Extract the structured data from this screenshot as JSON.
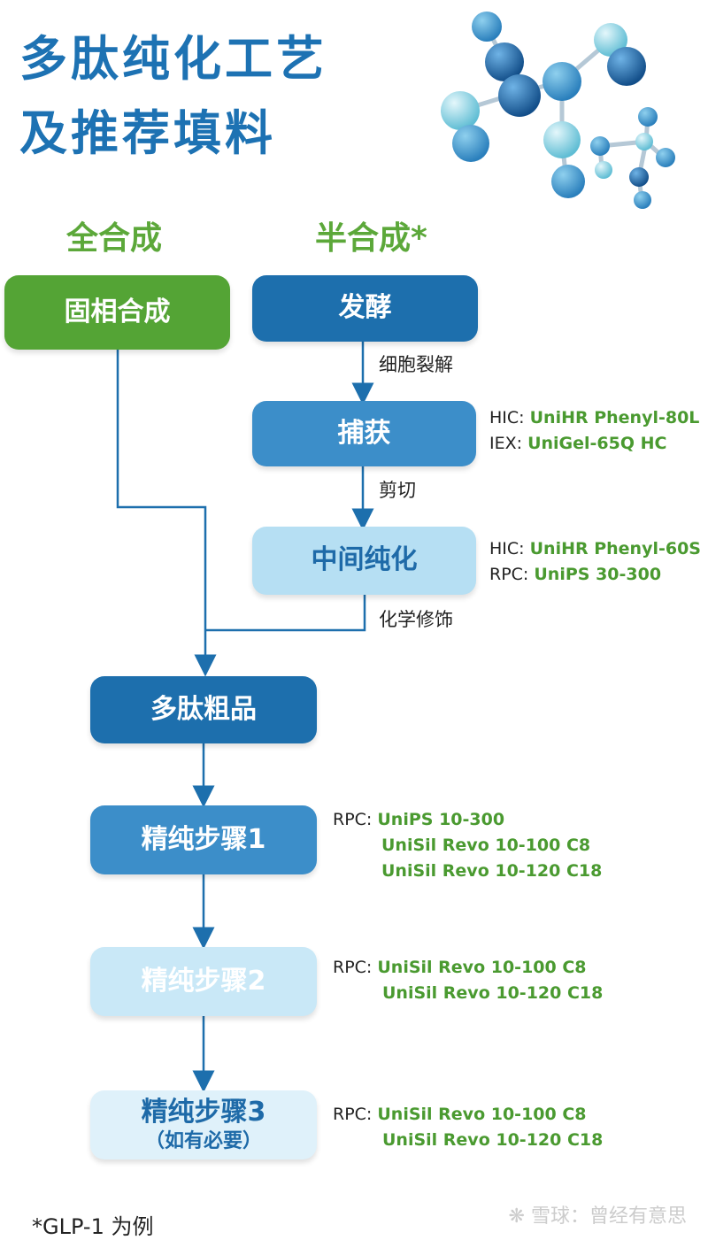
{
  "title": {
    "line1": "多肽纯化工艺",
    "line2": "及推荐填料"
  },
  "columns": {
    "full": "全合成",
    "semi": "半合成*"
  },
  "boxes": {
    "solid_phase": "固相合成",
    "fermentation": "发酵",
    "capture": "捕获",
    "intermediate": "中间纯化",
    "crude": "多肽粗品",
    "polish1": "精纯步骤1",
    "polish2": "精纯步骤2",
    "polish3": "精纯步骤3",
    "polish3_note": "（如有必要）"
  },
  "arrow_labels": {
    "lysis": "细胞裂解",
    "cleavage": "剪切",
    "modification": "化学修饰"
  },
  "recommendations": {
    "capture": [
      {
        "prefix": "HIC: ",
        "name": "UniHR Phenyl-80L"
      },
      {
        "prefix": "IEX: ",
        "name": "UniGel-65Q HC"
      }
    ],
    "intermediate": [
      {
        "prefix": "HIC: ",
        "name": "UniHR Phenyl-60S"
      },
      {
        "prefix": "RPC: ",
        "name": "UniPS 30-300"
      }
    ],
    "polish1": {
      "prefix": "RPC: ",
      "names": [
        "UniPS 10-300",
        "UniSil Revo 10-100 C8",
        "UniSil Revo 10-120 C18"
      ]
    },
    "polish2": {
      "prefix": "RPC: ",
      "names": [
        "UniSil Revo 10-100 C8",
        "UniSil Revo 10-120 C18"
      ]
    },
    "polish3": {
      "prefix": "RPC: ",
      "names": [
        "UniSil Revo 10-100 C8",
        "UniSil Revo 10-120 C18"
      ]
    }
  },
  "footnote": "*GLP-1 为例",
  "watermark": "雪球：曾经有意思",
  "icons": {
    "decor": "molecule-icon",
    "watermark": "xueqiu-logo-icon"
  },
  "colors": {
    "title": "#1d72b3",
    "green": "#54a435",
    "dark_blue": "#1d6fad",
    "mid_blue": "#3c8ec9",
    "light_blue": "#b6dff3",
    "product_green": "#4a9a30",
    "connector": "#1d6fad"
  }
}
